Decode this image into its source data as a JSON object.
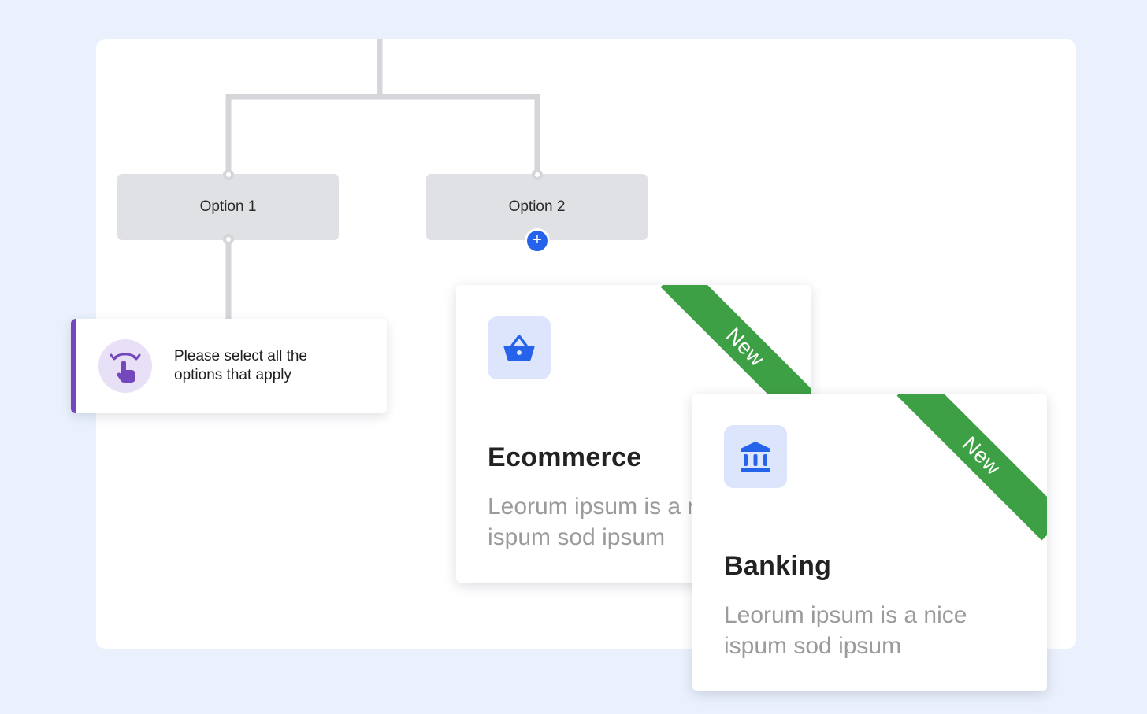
{
  "flow": {
    "options": [
      {
        "label": "Option 1"
      },
      {
        "label": "Option 2"
      }
    ],
    "add_button_label": "+"
  },
  "hint": {
    "text": "Please select all the options that apply",
    "icon": "tap-gesture-icon"
  },
  "cards": [
    {
      "title": "Ecommerce",
      "description": "Leorum ipsum is a nice ispum sod ipsum",
      "badge": "New",
      "icon": "basket-icon"
    },
    {
      "title": "Banking",
      "description": "Leorum ipsum is a nice ispum sod ipsum",
      "badge": "New",
      "icon": "bank-icon"
    }
  ],
  "colors": {
    "background": "#EAF1FC",
    "canvas": "#FFFFFF",
    "node": "#E0E1E5",
    "connector": "#D5D6D9",
    "accent_blue": "#2563EB",
    "accent_purple": "#7447BD",
    "badge_green": "#3EA044",
    "icon_tile": "#DDE5FD"
  }
}
